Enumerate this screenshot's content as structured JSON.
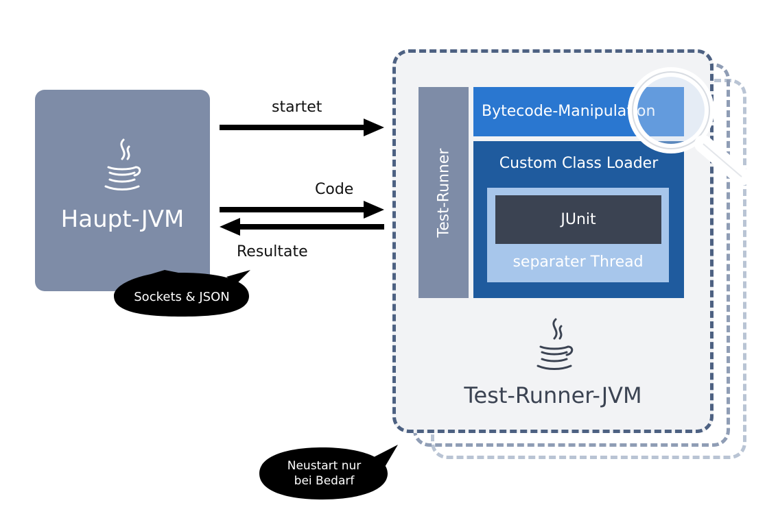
{
  "haupt_jvm": {
    "title": "Haupt-JVM"
  },
  "arrows": {
    "starts": "startet",
    "code": "Code",
    "results": "Resultate"
  },
  "bubbles": {
    "sockets": "Sockets & JSON",
    "restart_line1": "Neustart nur",
    "restart_line2": "bei Bedarf"
  },
  "test_runner_jvm": {
    "title": "Test-Runner-JVM",
    "runner_label": "Test-Runner",
    "bytecode": "Bytecode-Manipulation",
    "class_loader": "Custom Class Loader",
    "junit": "JUnit",
    "thread": "separater Thread"
  },
  "icons": {
    "java": "java-coffee-icon",
    "magnifier": "magnifier-icon"
  },
  "colors": {
    "haupt_bg": "#7e8ca7",
    "bytecode_bg": "#2a77d0",
    "loader_bg": "#1f5b9e",
    "thread_bg": "#a7c6eb",
    "junit_bg": "#3b4352",
    "frame": "#4d6182"
  }
}
